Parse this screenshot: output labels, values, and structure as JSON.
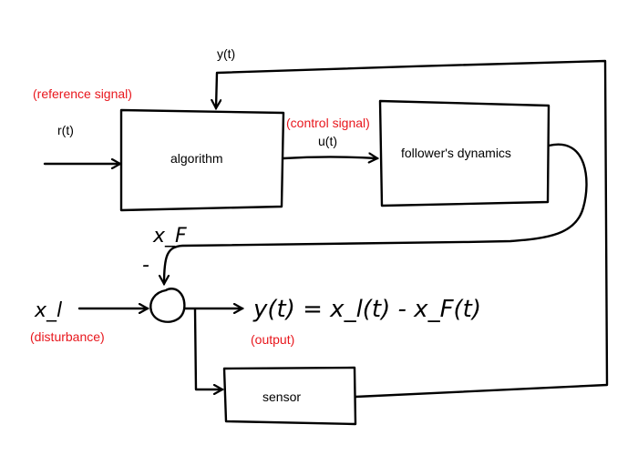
{
  "colors": {
    "ink": "#000000",
    "annotation": "#e8171d"
  },
  "labels": {
    "y_feedback": "y(t)",
    "reference_annotation": "(reference signal)",
    "r": "r(t)",
    "control_annotation": "(control signal)",
    "u": "u(t)",
    "algorithm_block": "algorithm",
    "dynamics_block": "follower's dynamics",
    "sensor_block": "sensor",
    "x_follower": "x_F",
    "minus_sign": "-",
    "x_leader": "x_l",
    "disturbance_annotation": "(disturbance)",
    "output_equation": "y(t) = x_l(t) - x_F(t)",
    "output_annotation": "(output)"
  }
}
